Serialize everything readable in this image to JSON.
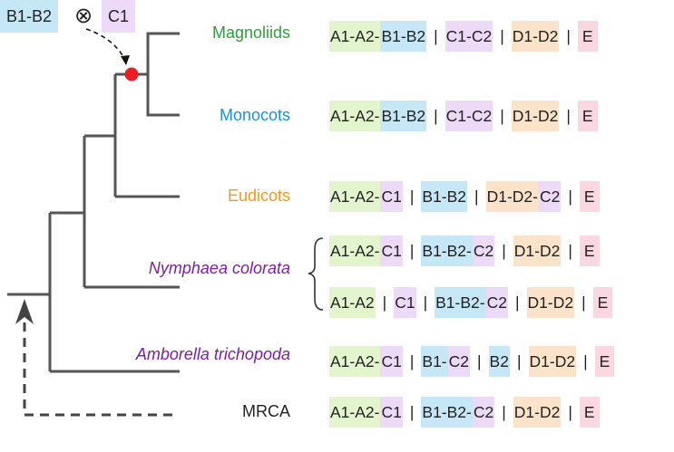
{
  "colors": {
    "A": "#e3f5cd",
    "B": "#c6e7f6",
    "C": "#eddaf8",
    "D": "#fbe3ca",
    "E": "#fbd7e2",
    "branch": "#555555",
    "event": "#ee1c24"
  },
  "legend": {
    "left": "B1-B2",
    "operator": "⊗",
    "right": "C1"
  },
  "taxa": [
    {
      "name": "Magnoliids",
      "color": "#2e9e3a",
      "italic": false,
      "segments": [
        [
          "A",
          "A1-A2-"
        ],
        [
          "B",
          "B1-B2"
        ],
        [
          "|"
        ],
        [
          "C",
          "C1-C2"
        ],
        [
          "|"
        ],
        [
          "D",
          "D1-D2"
        ],
        [
          "|"
        ],
        [
          "E",
          "E"
        ]
      ]
    },
    {
      "name": "Monocots",
      "color": "#1e93d2",
      "italic": false,
      "segments": [
        [
          "A",
          "A1-A2-"
        ],
        [
          "B",
          "B1-B2"
        ],
        [
          "|"
        ],
        [
          "C",
          "C1-C2"
        ],
        [
          "|"
        ],
        [
          "D",
          "D1-D2"
        ],
        [
          "|"
        ],
        [
          "E",
          "E"
        ]
      ]
    },
    {
      "name": "Eudicots",
      "color": "#ef9a22",
      "italic": false,
      "segments": [
        [
          "A",
          "A1-A2-"
        ],
        [
          "C",
          "C1"
        ],
        [
          "|"
        ],
        [
          "B",
          "B1-B2"
        ],
        [
          "|"
        ],
        [
          "D",
          "D1-D2-"
        ],
        [
          "C",
          "C2"
        ],
        [
          "|"
        ],
        [
          "E",
          "E"
        ]
      ]
    },
    {
      "name": "Nymphaea colorata",
      "color": "#7b1fa2",
      "italic": true,
      "segments": [
        [
          "A",
          "A1-A2-"
        ],
        [
          "C",
          "C1"
        ],
        [
          "|"
        ],
        [
          "B",
          "B1-B2-"
        ],
        [
          "C",
          "C2"
        ],
        [
          "|"
        ],
        [
          "D",
          "D1-D2"
        ],
        [
          "|"
        ],
        [
          "E",
          "E"
        ]
      ]
    },
    {
      "name": "",
      "color": "#7b1fa2",
      "italic": true,
      "segments": [
        [
          "A",
          "A1-A2"
        ],
        [
          "|"
        ],
        [
          "C",
          "C1"
        ],
        [
          "|"
        ],
        [
          "B",
          "B1-B2-"
        ],
        [
          "C",
          "C2"
        ],
        [
          "|"
        ],
        [
          "D",
          "D1-D2"
        ],
        [
          "|"
        ],
        [
          "E",
          "E"
        ]
      ]
    },
    {
      "name": "Amborella trichopoda",
      "color": "#7b1fa2",
      "italic": true,
      "segments": [
        [
          "A",
          "A1-A2-"
        ],
        [
          "C",
          "C1"
        ],
        [
          "|"
        ],
        [
          "B",
          "B1-"
        ],
        [
          "C",
          "C2"
        ],
        [
          "|"
        ],
        [
          "B",
          "B2"
        ],
        [
          "|"
        ],
        [
          "D",
          "D1-D2"
        ],
        [
          "|"
        ],
        [
          "E",
          "E"
        ]
      ]
    },
    {
      "name": "MRCA",
      "color": "#222222",
      "italic": false,
      "segments": [
        [
          "A",
          "A1-A2-"
        ],
        [
          "C",
          "C1"
        ],
        [
          "|"
        ],
        [
          "B",
          "B1-B2-"
        ],
        [
          "C",
          "C2"
        ],
        [
          "|"
        ],
        [
          "D",
          "D1-D2"
        ],
        [
          "|"
        ],
        [
          "E",
          "E"
        ]
      ]
    }
  ]
}
